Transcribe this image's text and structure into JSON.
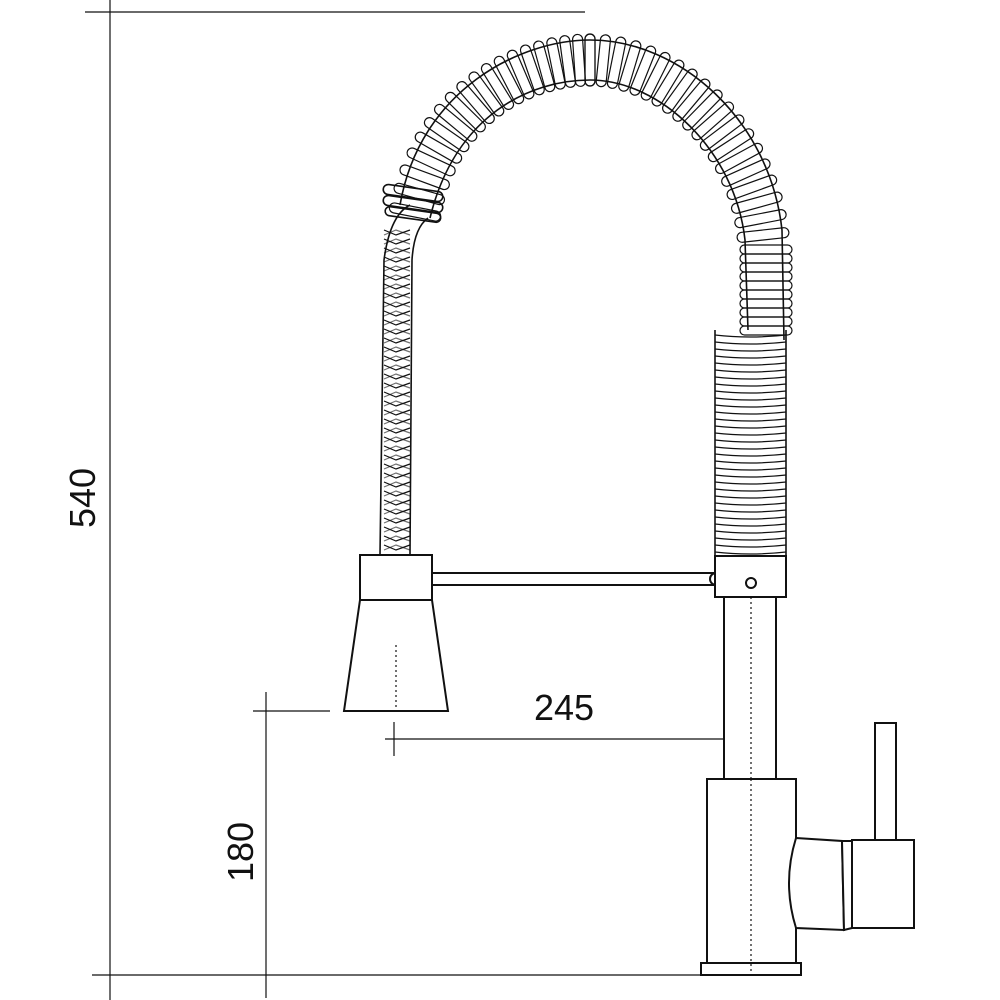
{
  "drawing": {
    "dimensions": {
      "total_height": "540",
      "spout_height": "180",
      "spout_reach": "245"
    }
  }
}
